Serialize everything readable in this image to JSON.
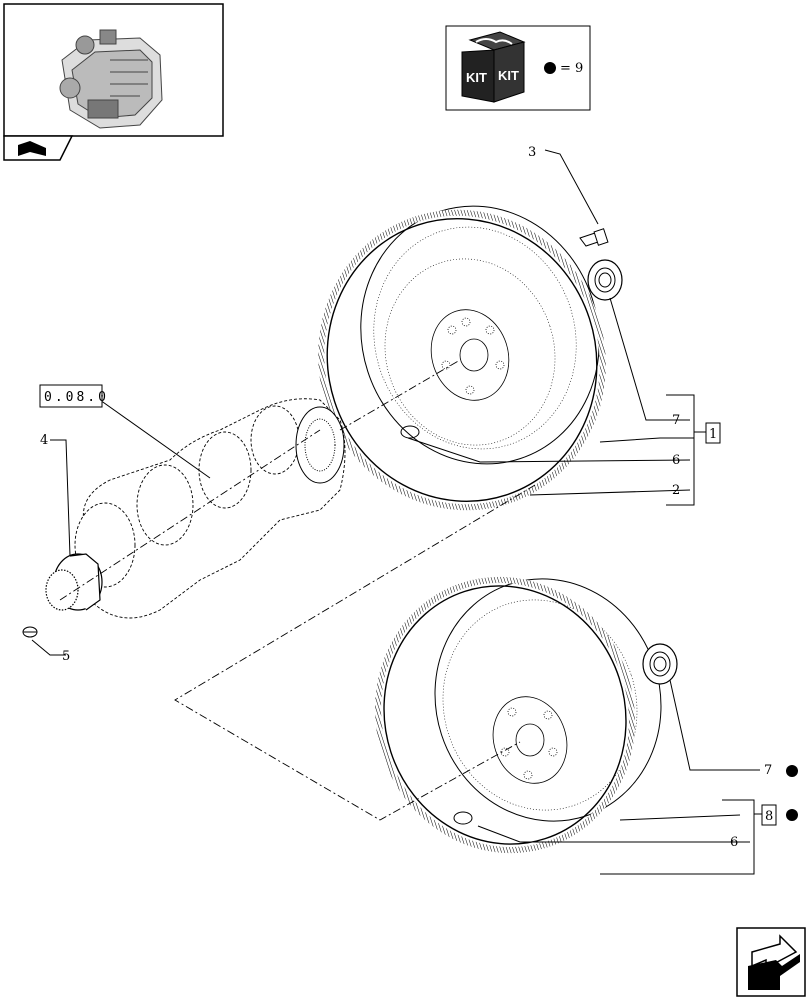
{
  "ref_box": "0.08.0",
  "kit_text_left": "KIT",
  "kit_text_right": "KIT",
  "kit_legend": "= 9",
  "labels": {
    "l1": "1",
    "l2": "2",
    "l3": "3",
    "l4": "4",
    "l5": "5",
    "l6a": "6",
    "l6b": "6",
    "l7a": "7",
    "l7b": "7",
    "l8": "8"
  }
}
